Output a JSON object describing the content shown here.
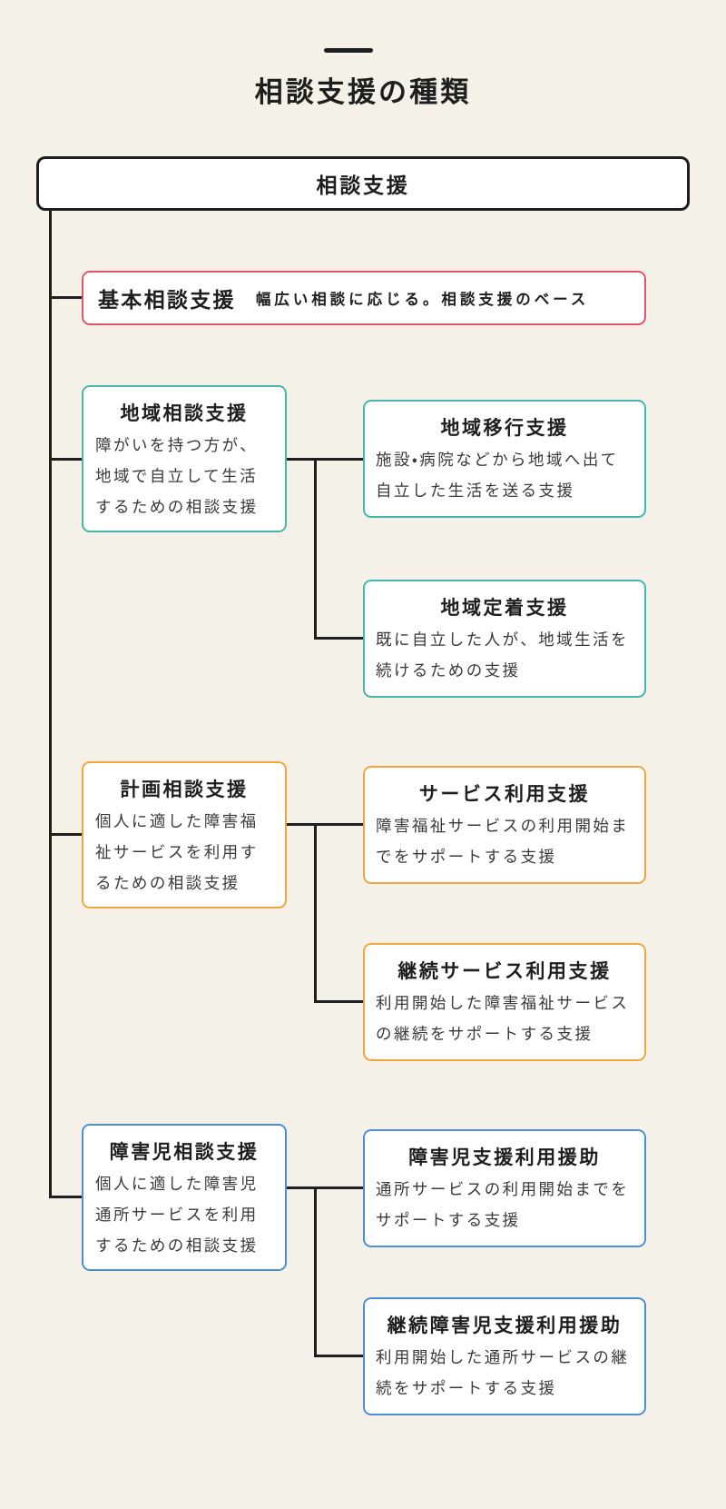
{
  "page": {
    "title": "相談支援の種類"
  },
  "colors": {
    "background": "#f5f1e8",
    "ink": "#1e1e1e",
    "body_text": "#3a3a3a",
    "box_background": "#ffffff",
    "pink": "#e4526e",
    "teal": "#45b6ae",
    "amber": "#f0a63a",
    "blue": "#4b8fd8"
  },
  "root": {
    "label": "相談支援"
  },
  "branches": [
    {
      "title": "基本相談支援",
      "description": "幅広い相談に応じる。相談支援のベース",
      "color": "#e4526e",
      "children": []
    },
    {
      "title": "地域相談支援",
      "description": "障がいを持つ方が、地域で自立して生活するための相談支援",
      "color": "#45b6ae",
      "children": [
        {
          "title": "地域移行支援",
          "description": "施設・病院などから地域へ出て自立した生活を送る支援"
        },
        {
          "title": "地域定着支援",
          "description": "既に自立した人が、地域生活を続けるための支援"
        }
      ]
    },
    {
      "title": "計画相談支援",
      "description": "個人に適した障害福祉サービスを利用するための相談支援",
      "color": "#f0a63a",
      "children": [
        {
          "title": "サービス利用支援",
          "description": "障害福祉サービスの利用開始までをサポートする支援"
        },
        {
          "title": "継続サービス利用支援",
          "description": "利用開始した障害福祉サービスの継続をサポートする支援"
        }
      ]
    },
    {
      "title": "障害児相談支援",
      "description": "個人に適した障害児通所サービスを利用するための相談支援",
      "color": "#4b8fd8",
      "children": [
        {
          "title": "障害児支援利用援助",
          "description": "通所サービスの利用開始までをサポートする支援"
        },
        {
          "title": "継続障害児支援利用援助",
          "description": "利用開始した通所サービスの継続をサポートする支援"
        }
      ]
    }
  ]
}
